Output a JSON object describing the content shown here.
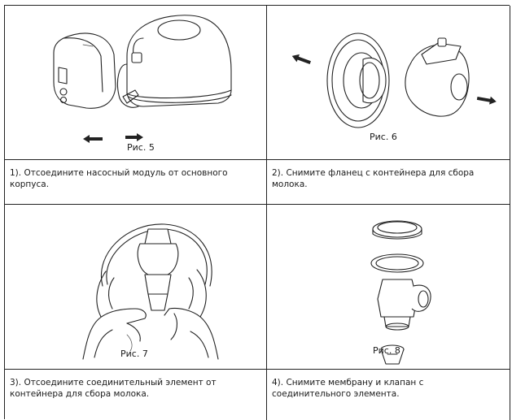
{
  "figures": [
    {
      "label": "Рис. 5",
      "icon": "pump-module-detach-illustration",
      "caption": "1). Отсоедините насосный модуль от основного корпуса."
    },
    {
      "label": "Рис. 6",
      "icon": "flange-removal-illustration",
      "caption": "2). Снимите фланец с контейнера для сбора молока."
    },
    {
      "label": "Рис. 7",
      "icon": "connector-detach-hands-illustration",
      "caption": "3). Отсоедините соединительный элемент от контейнера для сбора молока."
    },
    {
      "label": "Рис. 8",
      "icon": "membrane-valve-exploded-illustration",
      "caption": "4). Снимите мембрану и клапан с соединительного элемента."
    }
  ]
}
